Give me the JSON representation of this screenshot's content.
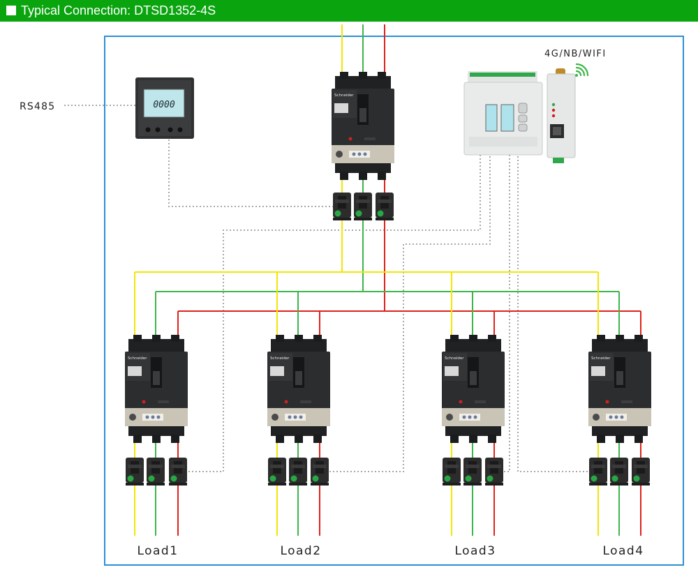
{
  "header": {
    "title": "Typical Connection: DTSD1352-4S"
  },
  "labels": {
    "rs485": "RS485",
    "wireless": "4G/NB/WIFI",
    "load1": "Load1",
    "load2": "Load2",
    "load3": "Load3",
    "load4": "Load4"
  },
  "display": {
    "reading": "0000"
  },
  "colors": {
    "header_green": "#0aa40f",
    "frame_blue": "#2a8fd6",
    "phase_yellow": "#f2e600",
    "phase_green": "#3cb54a",
    "phase_red": "#e0211a",
    "signal_dotted": "#a8a8a8",
    "breaker_body": "#2b2d2f",
    "meter_body": "#e9ebeb"
  }
}
